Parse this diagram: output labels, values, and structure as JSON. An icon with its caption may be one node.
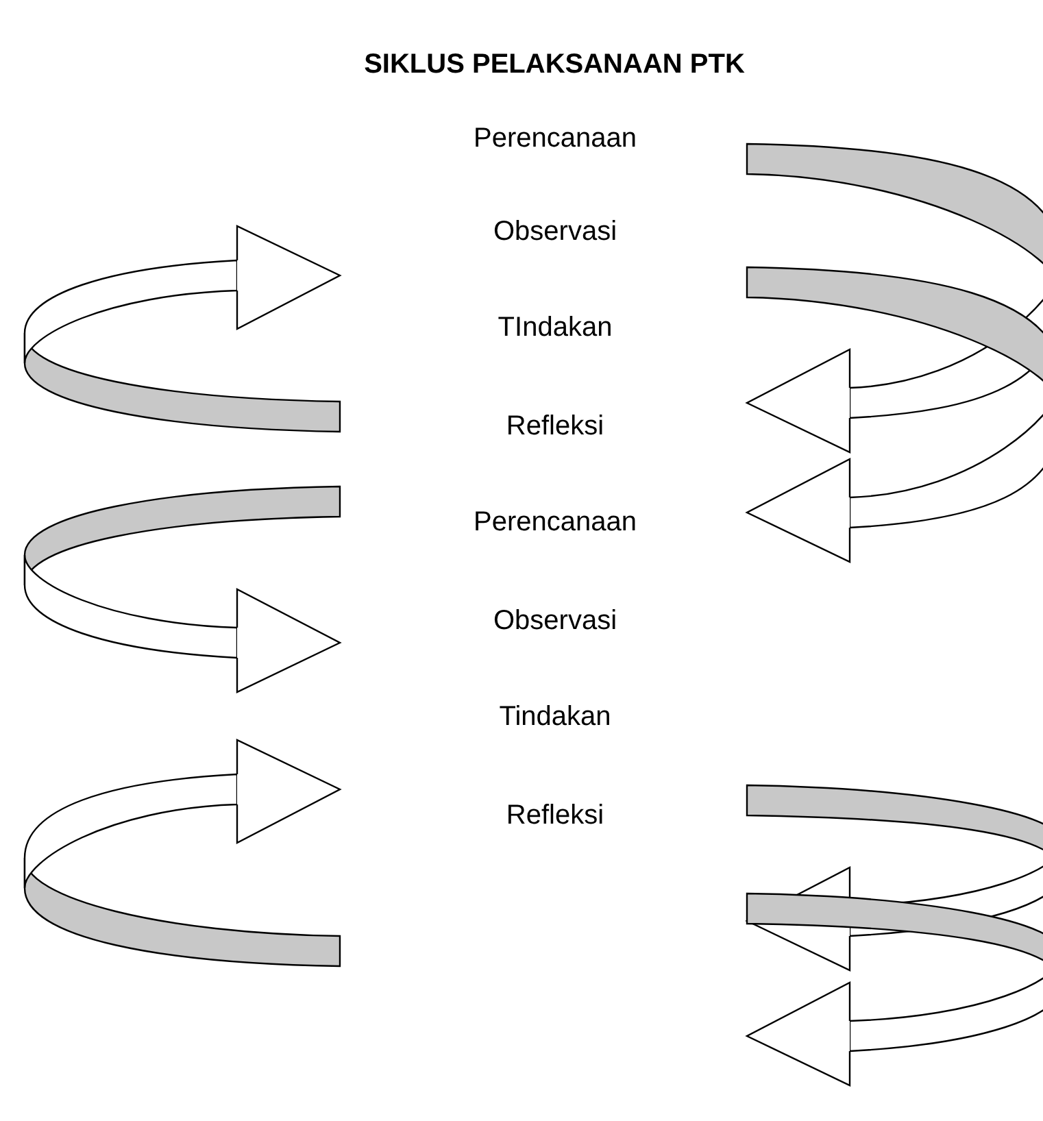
{
  "diagram": {
    "title": "SIKLUS PELAKSANAAN PTK",
    "labels": [
      "Perencanaan",
      "Observasi",
      "TIndakan",
      "Refleksi",
      "Perencanaan",
      "Observasi",
      "Tindakan",
      "Refleksi"
    ]
  }
}
